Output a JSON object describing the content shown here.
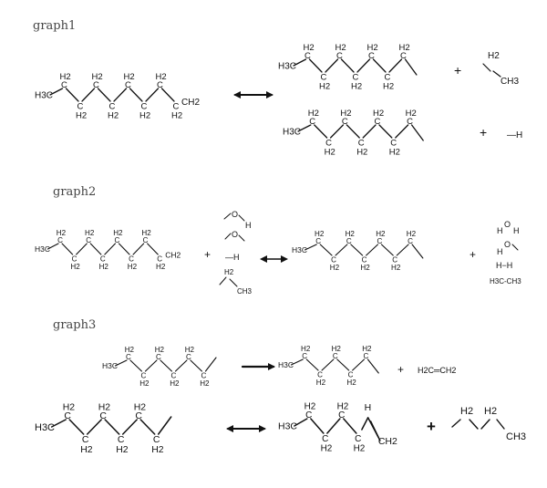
{
  "sections": [
    {
      "label": "graph1"
    },
    {
      "label": "graph2"
    },
    {
      "label": "graph3"
    }
  ],
  "atoms": {
    "ch2": "H2",
    "h3c": "H3C",
    "ch3": "CH3",
    "ch2_end": "CH2",
    "h": "H",
    "o": "O",
    "h_h": "H−H",
    "h3c_ch3": "H3C-CH3",
    "ethylene": "H2C═CH2",
    "h_bond": "—H"
  },
  "symbols": {
    "plus": "+"
  },
  "arrows": {
    "double": "double-arrow",
    "forward": "right-arrow"
  }
}
